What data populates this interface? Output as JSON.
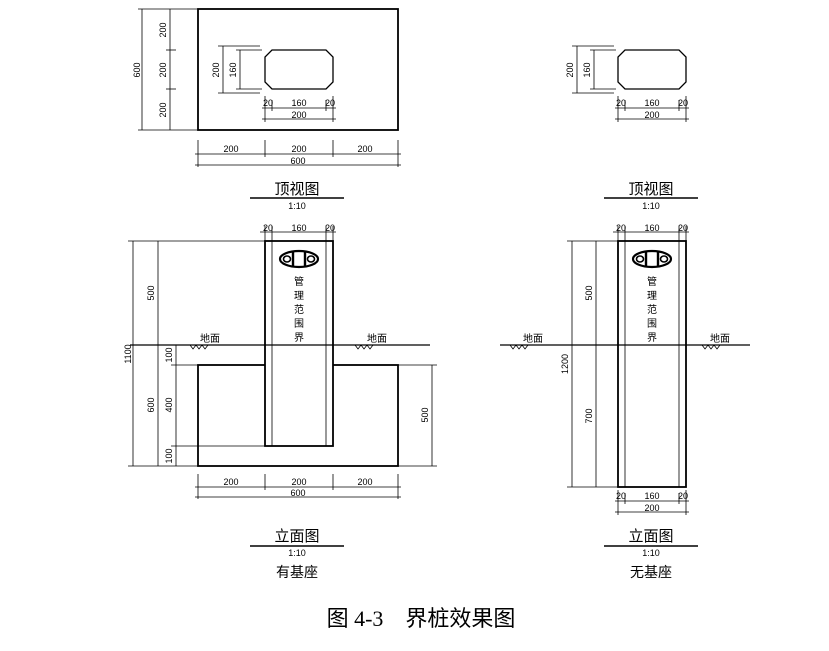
{
  "caption": "图 4-3　界桩效果图",
  "views": {
    "top_left": {
      "title": "顶视图",
      "scale": "1:10"
    },
    "top_right": {
      "title": "顶视图",
      "scale": "1:10"
    },
    "elev_left": {
      "title": "立面图",
      "scale": "1:10",
      "subtitle": "有基座"
    },
    "elev_right": {
      "title": "立面图",
      "scale": "1:10",
      "subtitle": "无基座"
    }
  },
  "ground_label": "地面",
  "post_text": [
    "管",
    "理",
    "范",
    "围",
    "界"
  ],
  "dims": {
    "d600": "600",
    "d200": "200",
    "d160": "160",
    "d20": "20",
    "d500": "500",
    "d1100": "1100",
    "d100": "100",
    "d400": "400",
    "d1200": "1200",
    "d700": "700"
  }
}
